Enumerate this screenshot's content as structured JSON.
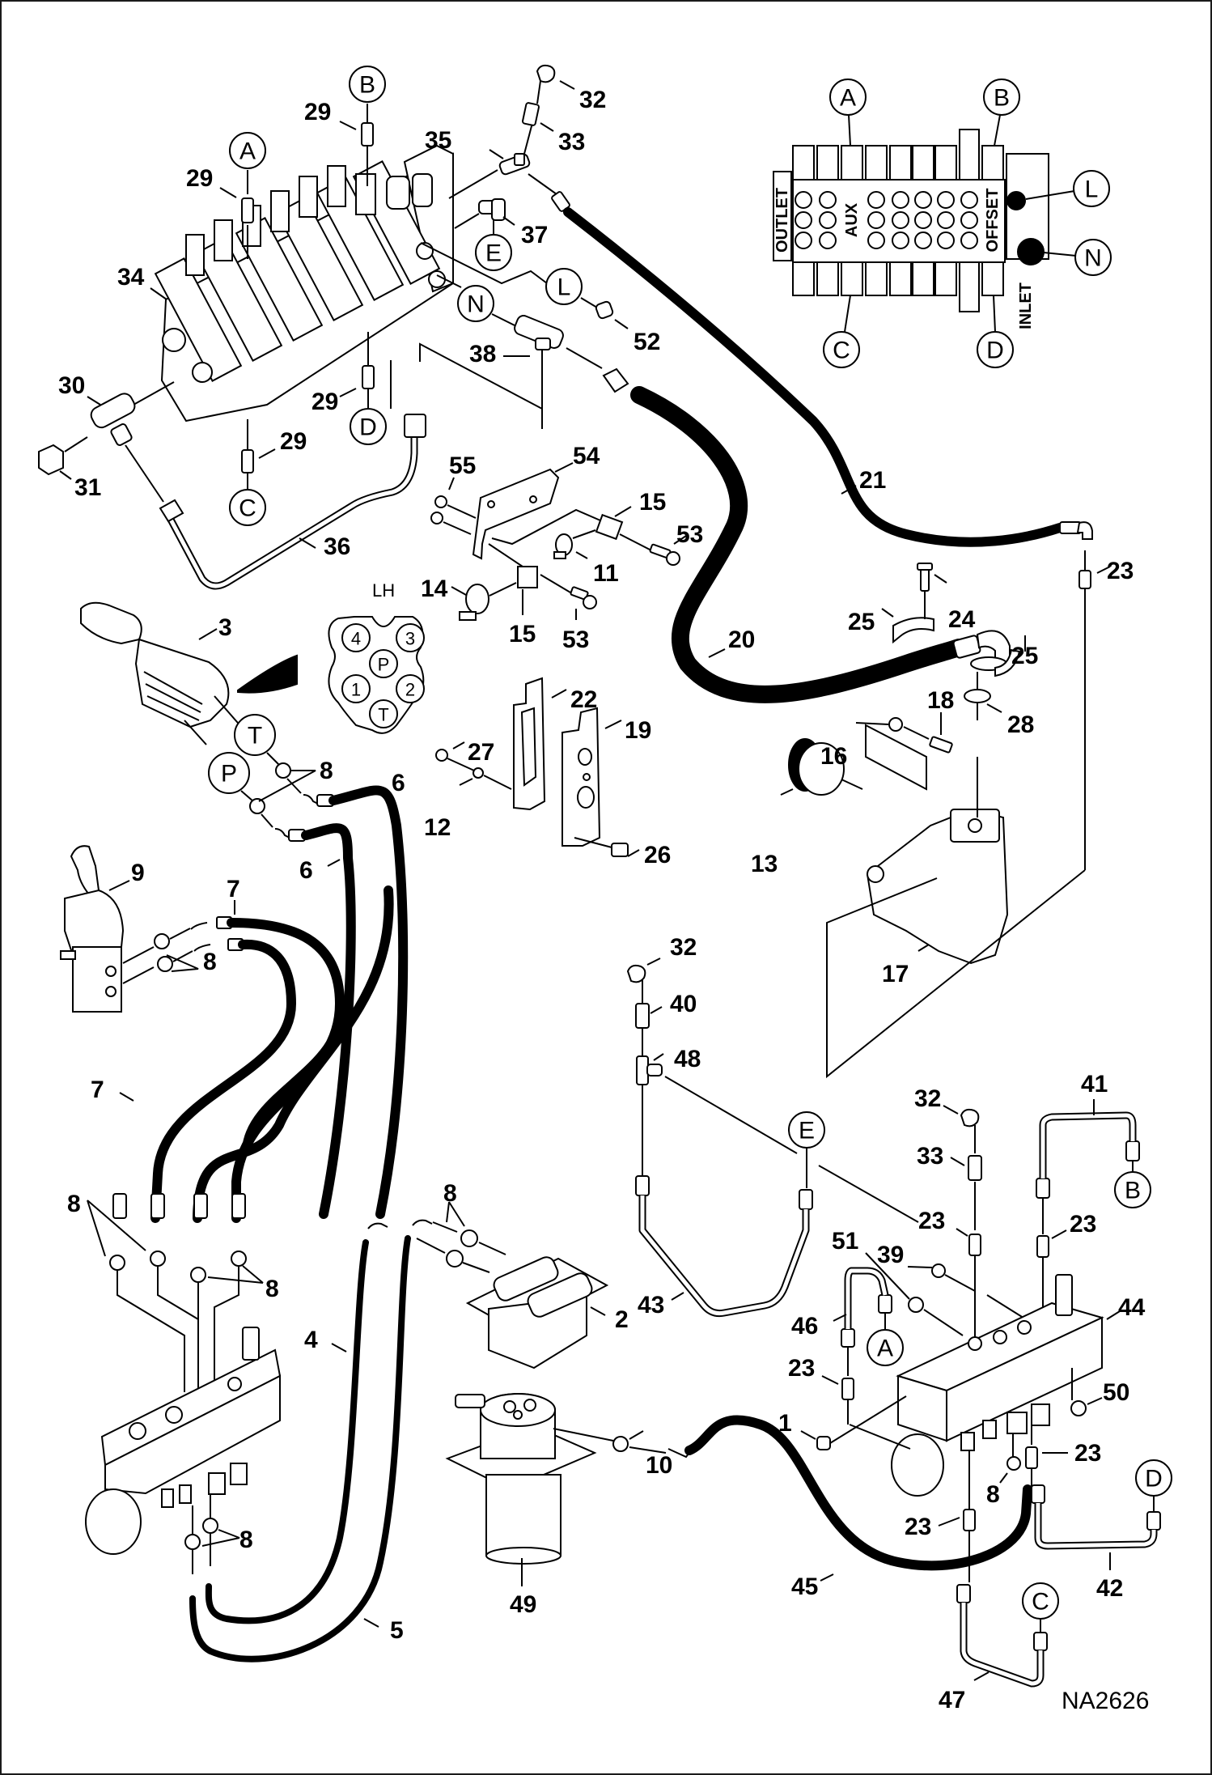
{
  "diagram": {
    "drawing_id": "NA2626",
    "subject": "Hydraulic pilot control circuit exploded parts diagram",
    "colors": {
      "line": "#000000",
      "background": "#ffffff",
      "frame": "#1a1a1a"
    },
    "valve_inset": {
      "section_labels": {
        "outlet": "OUTLET",
        "aux": "AUX",
        "offset": "OFFSET",
        "inlet": "INLET"
      },
      "ports": [
        "A",
        "B",
        "C",
        "D",
        "L",
        "N"
      ]
    },
    "connector_inset": {
      "side_label": "LH",
      "pins": [
        "4",
        "3",
        "P",
        "1",
        "2",
        "T"
      ]
    },
    "port_labels": {
      "A": "A",
      "B": "B",
      "C": "C",
      "D": "D",
      "E": "E",
      "L": "L",
      "N": "N",
      "P": "P",
      "T": "T"
    },
    "callouts": {
      "c1": "1",
      "c2": "2",
      "c3": "3",
      "c4": "4",
      "c5": "5",
      "c6a": "6",
      "c6b": "6",
      "c7a": "7",
      "c7b": "7",
      "c8": "8",
      "c9": "9",
      "c10": "10",
      "c11": "11",
      "c12": "12",
      "c13": "13",
      "c14": "14",
      "c15a": "15",
      "c15b": "15",
      "c16": "16",
      "c17": "17",
      "c18": "18",
      "c19": "19",
      "c20": "20",
      "c21": "21",
      "c22": "22",
      "c23": "23",
      "c24": "24",
      "c25": "25",
      "c26": "26",
      "c27": "27",
      "c28": "28",
      "c29": "29",
      "c30": "30",
      "c31": "31",
      "c32": "32",
      "c33": "33",
      "c34": "34",
      "c35": "35",
      "c36": "36",
      "c37": "37",
      "c38": "38",
      "c39": "39",
      "c40": "40",
      "c41": "41",
      "c42": "42",
      "c43": "43",
      "c44": "44",
      "c45": "45",
      "c46": "46",
      "c47": "47",
      "c48": "48",
      "c49": "49",
      "c50": "50",
      "c51": "51",
      "c52": "52",
      "c53": "53",
      "c54": "54",
      "c55": "55"
    }
  }
}
